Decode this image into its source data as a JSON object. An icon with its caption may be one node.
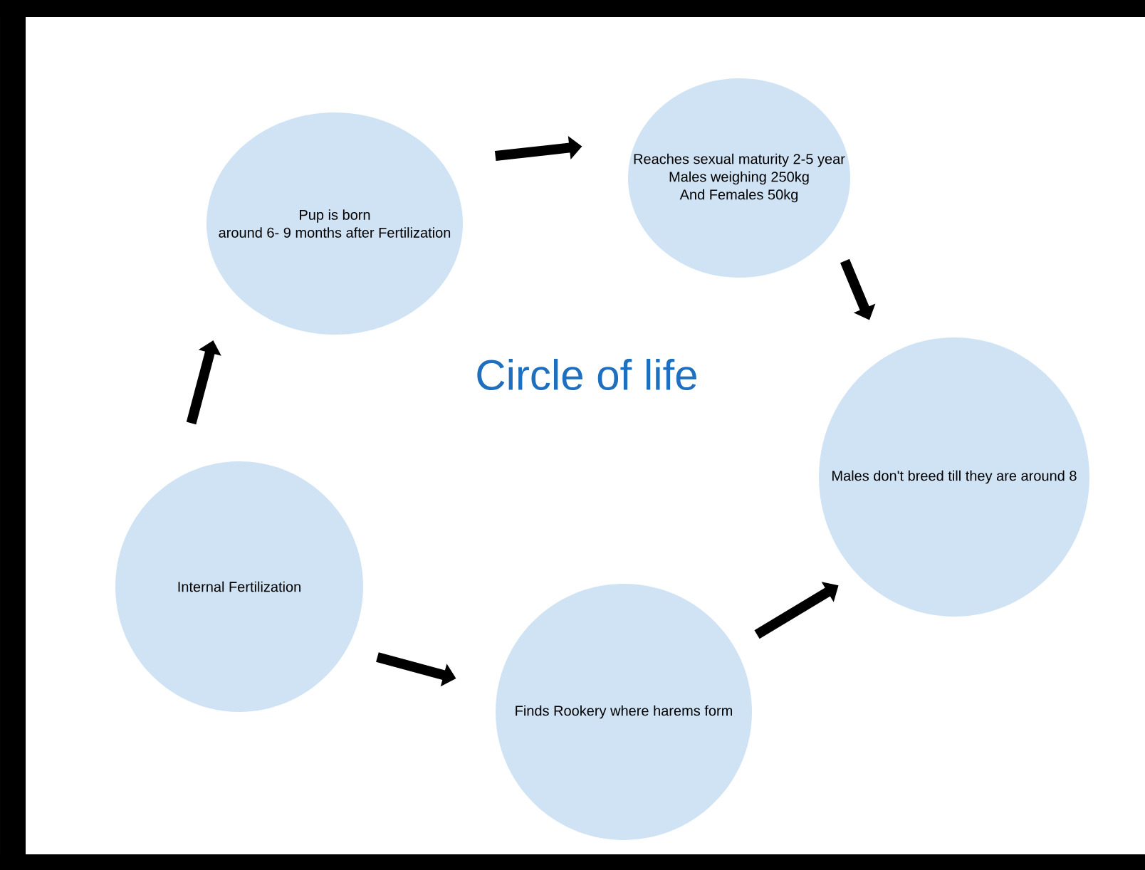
{
  "diagram": {
    "title": "Circle of life",
    "nodes": [
      {
        "text": [
          "Pup is born",
          "around 6- 9 months after Fertilization"
        ]
      },
      {
        "text": [
          "Reaches sexual maturity 2-5 year",
          "Males weighing  250kg",
          "And Females 50kg"
        ]
      },
      {
        "text": [
          "Males don't breed till they are around 8"
        ]
      },
      {
        "text": [
          "Finds Rookery where harems form"
        ]
      },
      {
        "text": [
          "Internal Fertilization"
        ]
      }
    ],
    "edges": [
      {
        "from": 4,
        "to": 0,
        "arrow": "to"
      },
      {
        "from": 0,
        "to": 1,
        "arrow": "to"
      },
      {
        "from": 1,
        "to": 2,
        "arrow": "to"
      },
      {
        "from": 3,
        "to": 2,
        "arrow": "to"
      },
      {
        "from": 4,
        "to": 3,
        "arrow": "to"
      }
    ]
  }
}
